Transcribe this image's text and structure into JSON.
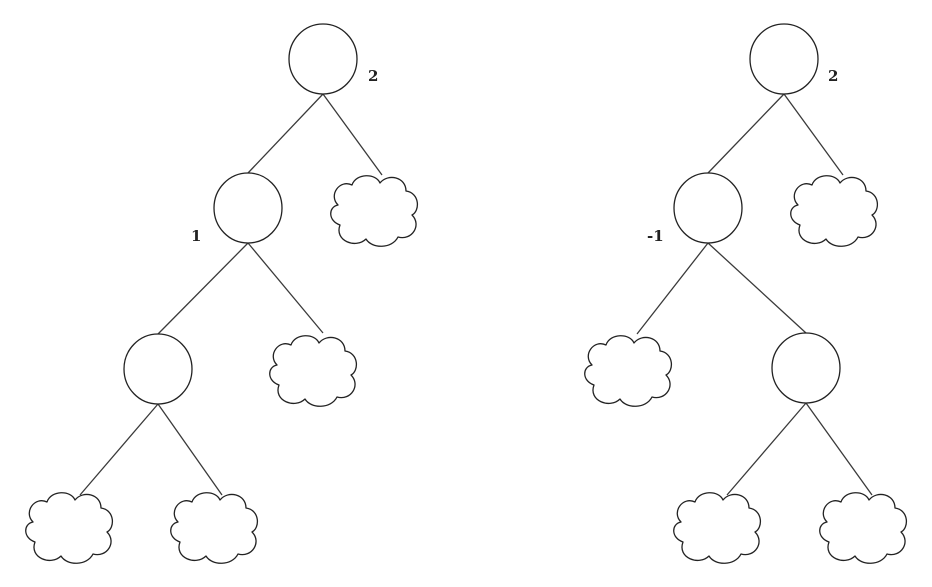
{
  "diagram": {
    "left_tree": {
      "root_label": "2",
      "child_label": "1"
    },
    "right_tree": {
      "root_label": "2",
      "child_label": "-1"
    }
  },
  "colors": {
    "stroke": "#222222",
    "background": "#ffffff"
  }
}
